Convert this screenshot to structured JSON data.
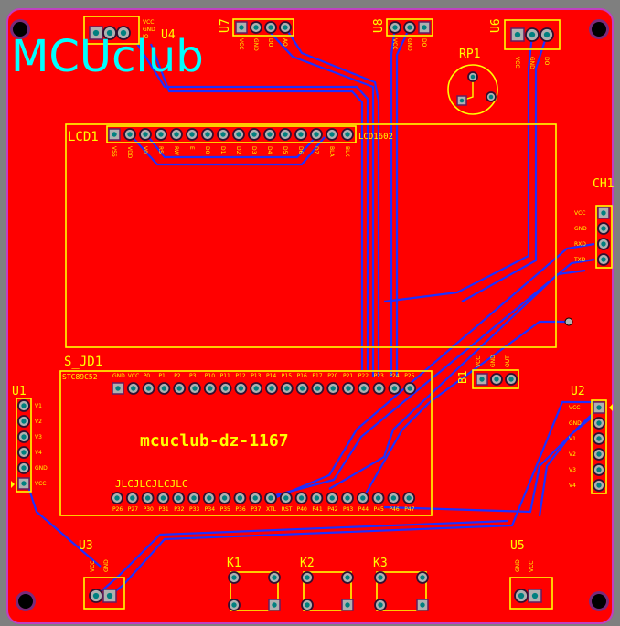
{
  "board": {
    "logo_text": "MCUclub",
    "board_text": "mcuclub-dz-1167",
    "jlc_text": "JLCJLCJLCJLC",
    "colors": {
      "copper": "#ff0000",
      "silk": "#ffff00",
      "trace": "#1e2fff",
      "logo": "#00ffff",
      "outline": "#c040c0",
      "pad": "#b0b0b0",
      "drill": "#008080"
    }
  },
  "components": {
    "U4": {
      "label": "U4",
      "pins": [
        "VCC",
        "GND",
        "IO"
      ]
    },
    "U7": {
      "label": "U7",
      "pins": [
        "VCC",
        "GND",
        "DO",
        "AO"
      ]
    },
    "U8": {
      "label": "U8",
      "pins": [
        "VCC",
        "GND",
        "DO"
      ]
    },
    "U6": {
      "label": "U6",
      "pins": [
        "VCC",
        "GND",
        "DO"
      ]
    },
    "RP1": {
      "label": "RP1"
    },
    "LCD1": {
      "label": "LCD1",
      "part": "LCD1602",
      "pins": [
        "VSS",
        "VDD",
        "V0",
        "RS",
        "RW",
        "E",
        "D0",
        "D1",
        "D2",
        "D3",
        "D4",
        "D5",
        "D6",
        "D7",
        "BLA",
        "BLK"
      ]
    },
    "CH1": {
      "label": "CH1",
      "pins": [
        "VCC",
        "GND",
        "RXD",
        "TXD"
      ]
    },
    "S_JD1": {
      "label": "S_JD1",
      "part": "STC89C52",
      "top_pins": [
        "GND",
        "VCC",
        "P0",
        "P1",
        "P2",
        "P3",
        "P10",
        "P11",
        "P12",
        "P13",
        "P14",
        "P15",
        "P16",
        "P17",
        "P20",
        "P21",
        "P22",
        "P23",
        "P24",
        "P25"
      ],
      "bottom_pins": [
        "P26",
        "P27",
        "P30",
        "P31",
        "P32",
        "P33",
        "P34",
        "P35",
        "P36",
        "P37",
        "XTL",
        "RST",
        "P40",
        "P41",
        "P42",
        "P43",
        "P44",
        "P45",
        "P46",
        "P47"
      ]
    },
    "B1": {
      "label": "B1",
      "pins": [
        "VCC",
        "GND",
        "OUT"
      ]
    },
    "U1": {
      "label": "U1",
      "pins": [
        "V1",
        "V2",
        "V3",
        "V4",
        "GND",
        "VCC"
      ]
    },
    "U2": {
      "label": "U2",
      "pins": [
        "VCC",
        "GND",
        "V1",
        "V2",
        "V3",
        "V4"
      ]
    },
    "U3": {
      "label": "U3",
      "pins": [
        "VCC",
        "GND"
      ]
    },
    "U5": {
      "label": "U5",
      "pins": [
        "GND",
        "VCC"
      ]
    },
    "K1": {
      "label": "K1"
    },
    "K2": {
      "label": "K2"
    },
    "K3": {
      "label": "K3"
    }
  }
}
